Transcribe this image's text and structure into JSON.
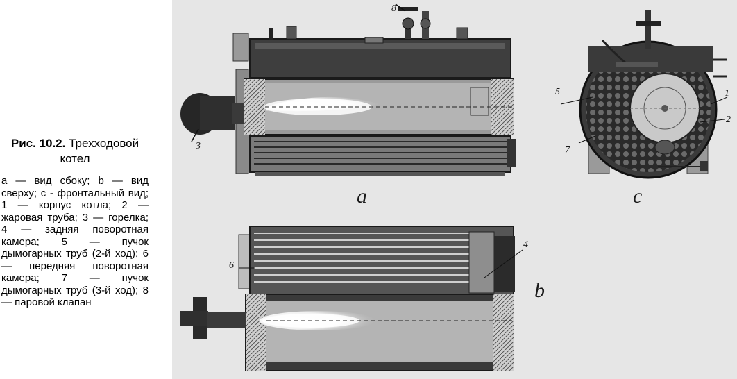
{
  "caption": {
    "title_bold": "Рис. 10.2.",
    "title_rest": " Трехходовой котел",
    "text": "а — вид сбоку; b — вид сверху; с - фронтальный вид; 1 — корпус котла; 2 — жаровая труба; 3 — горелка; 4 — задняя поворотная камера; 5 — пучок дымогарных труб (2-й ход); 6 — передняя поворотная камера; 7 — пучок дымогарных труб (3-й ход); 8 — паровой клапан"
  },
  "figure": {
    "view_labels": {
      "a": "a",
      "b": "b",
      "c": "c"
    },
    "callouts": {
      "n1": "1",
      "n2": "2",
      "n3": "3",
      "n4": "4",
      "n5": "5",
      "n6": "6",
      "n7": "7",
      "n8": "8"
    }
  }
}
